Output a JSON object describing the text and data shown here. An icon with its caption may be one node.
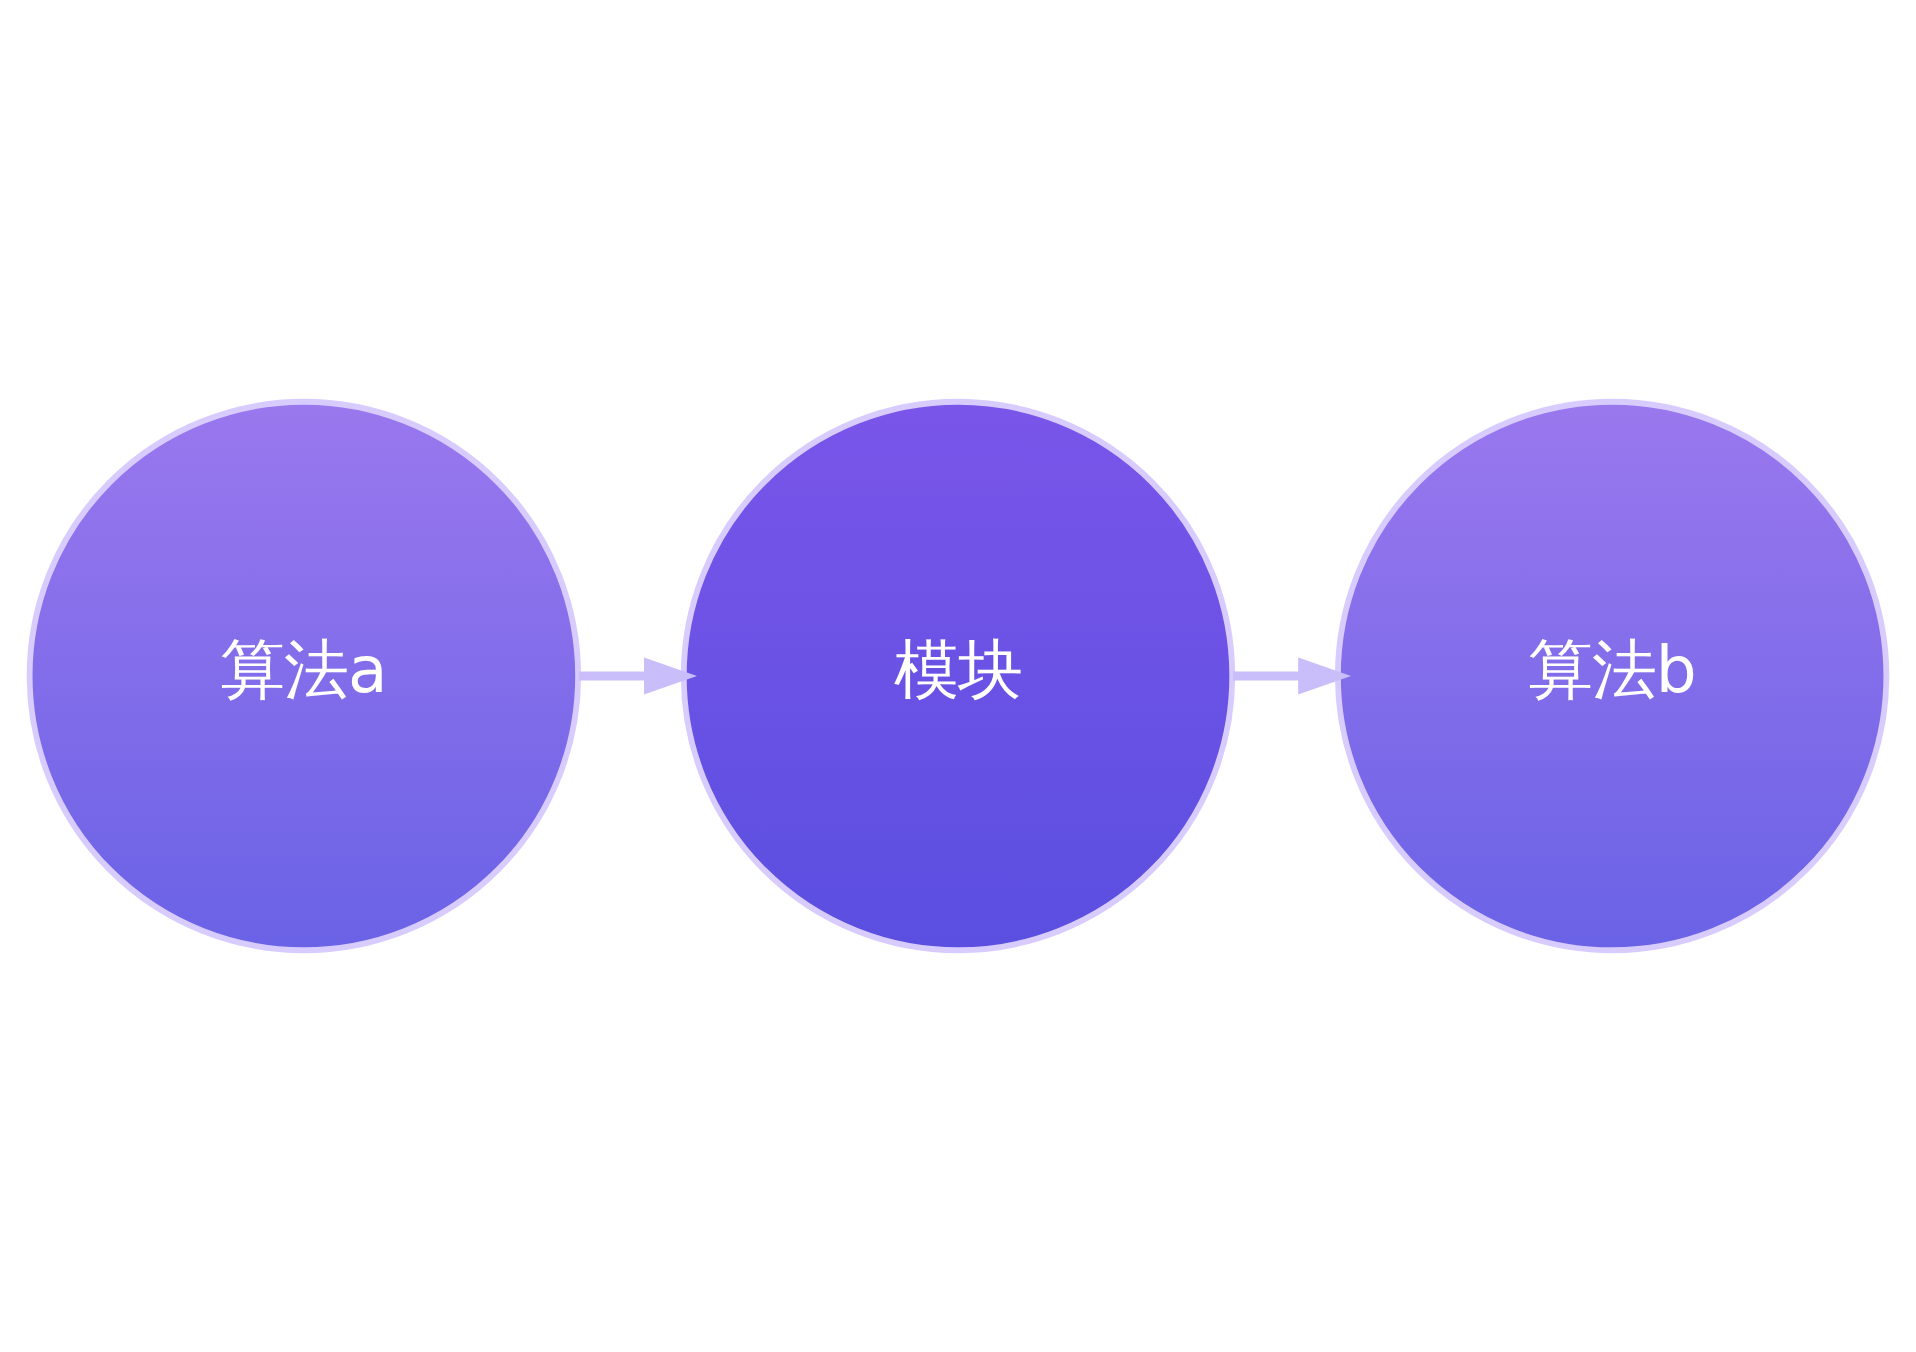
{
  "diagram": {
    "nodes": [
      {
        "text": [
          "算法a"
        ]
      },
      {
        "text": [
          "模块"
        ]
      },
      {
        "text": [
          "算法b"
        ]
      }
    ],
    "edges": [
      {
        "from": 0,
        "to": 1,
        "arrow": "to"
      },
      {
        "from": 1,
        "to": 2,
        "arrow": "to"
      }
    ]
  }
}
